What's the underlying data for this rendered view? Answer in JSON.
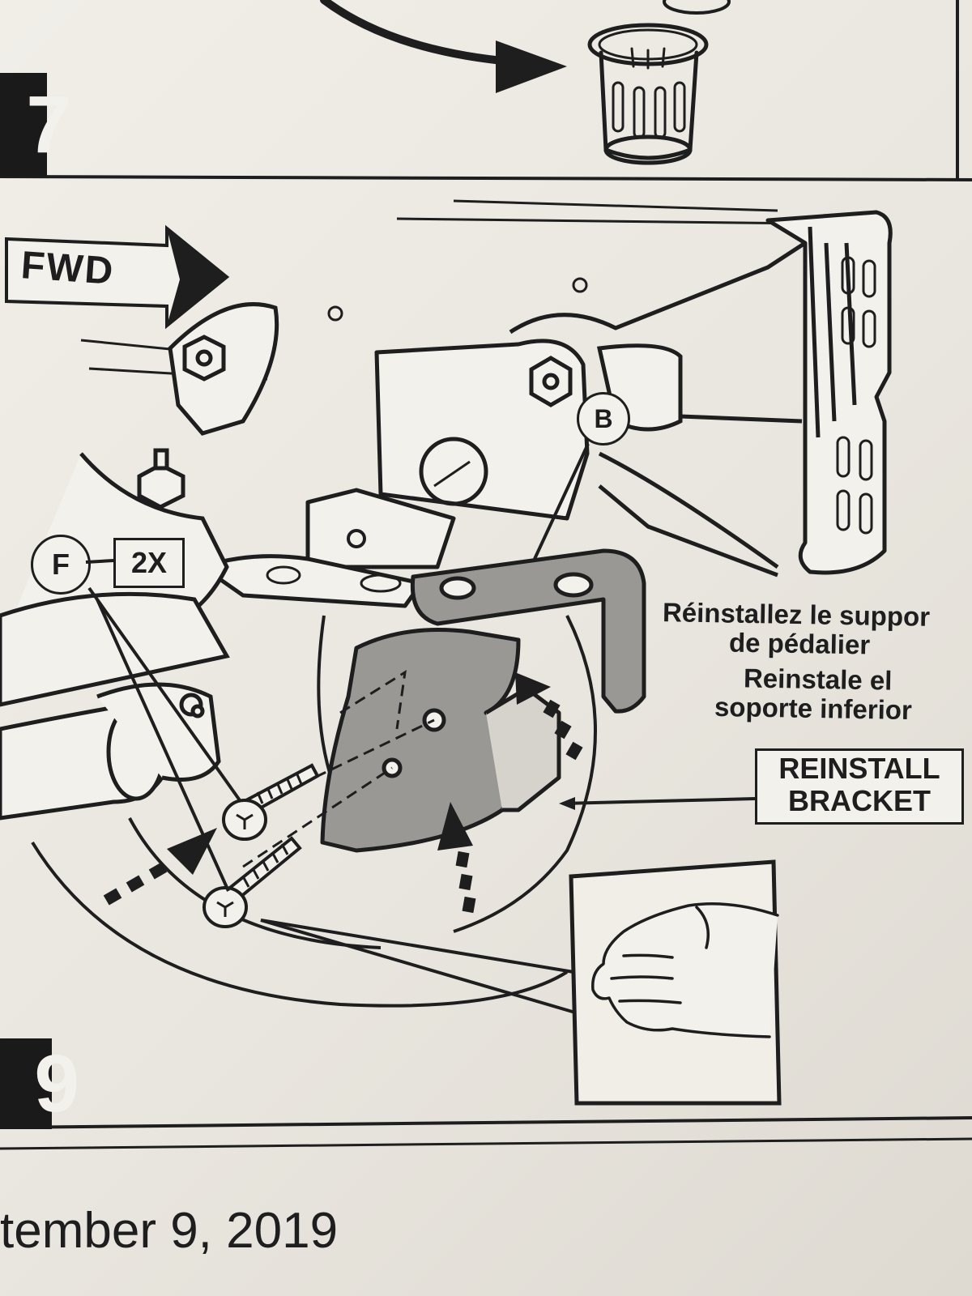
{
  "steps": {
    "upper_number": "7",
    "lower_number": "9"
  },
  "labels": {
    "forward_arrow": "FWD",
    "callout_b": "B",
    "callout_f": "F",
    "quantity": "2X",
    "instruction_fr_line1": "Réinstallez le suppor",
    "instruction_fr_line2": "de pédalier",
    "instruction_es_line1": "Reinstale el",
    "instruction_es_line2": "soporte inferior",
    "instruction_en_line1": "REINSTALL",
    "instruction_en_line2": "BRACKET"
  },
  "footer": {
    "date": "tember 9, 2019"
  },
  "colors": {
    "ink": "#1e1e1e",
    "paper": "#ece9e2",
    "bracket_fill": "#9a9894"
  }
}
